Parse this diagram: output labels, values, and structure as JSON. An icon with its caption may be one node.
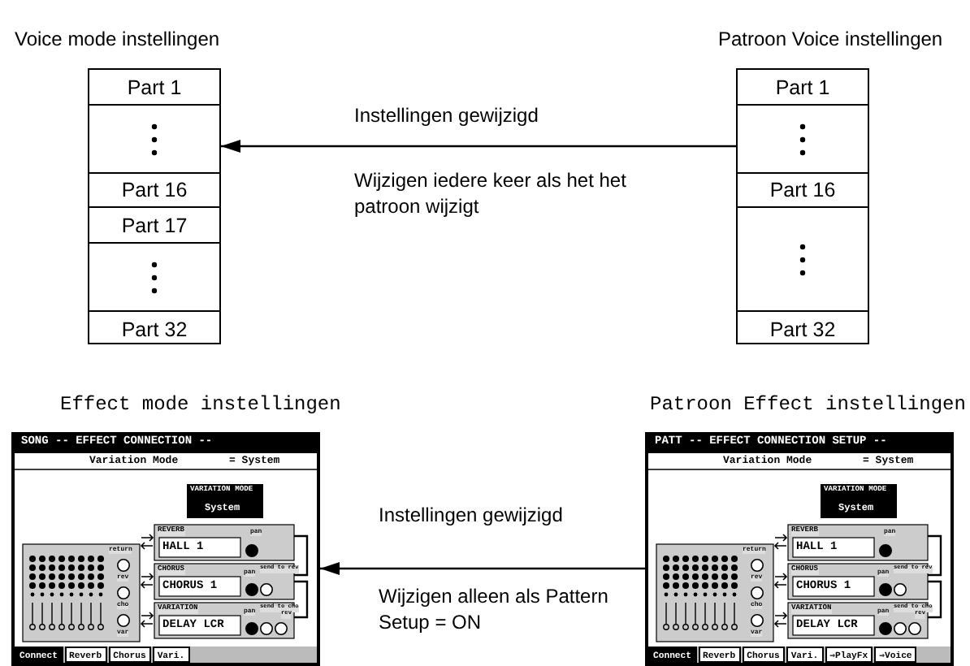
{
  "diagram": {
    "nodes": [
      {
        "text": [
          "Voice mode instellingen"
        ]
      },
      {
        "text": [
          "Part 1"
        ],
        "in": 0
      },
      {
        "text": [],
        "shape": "box",
        "in": 0
      },
      {
        "text": [
          "Part 16"
        ],
        "in": 0
      },
      {
        "text": [
          "Part 17"
        ],
        "in": 0
      },
      {
        "text": [],
        "shape": "box",
        "in": 0
      },
      {
        "text": [
          "Part 32"
        ],
        "in": 0
      },
      {
        "text": [
          "Patroon Voice instellingen"
        ]
      },
      {
        "text": [
          "Part 1"
        ],
        "in": 7
      },
      {
        "text": [],
        "shape": "box",
        "in": 7
      },
      {
        "text": [
          "Part 16"
        ],
        "in": 7
      },
      {
        "text": [],
        "shape": "box",
        "in": 7
      },
      {
        "text": [
          "Part 32"
        ],
        "in": 7
      },
      {
        "text": [
          "Effect mode instellingen",
          "SONG -- EFFECT CONNECTION --",
          "Variation Mode",
          "= System",
          "VARIATION MODE",
          "System",
          "REVERB",
          "HALL 1",
          "pan",
          "CHORUS",
          "CHORUS 1",
          "pan",
          "send to rev",
          "VARIATION",
          "DELAY LCR",
          "pan",
          "send to cho",
          "rev",
          "return",
          "rev",
          "cho",
          "var",
          "Connect",
          "Reverb",
          "Chorus",
          "Vari."
        ]
      },
      {
        "text": [
          "Patroon Effect instellingen",
          "PATT -- EFFECT CONNECTION SETUP --",
          "Variation Mode",
          "= System",
          "VARIATION MODE",
          "System",
          "REVERB",
          "HALL 1",
          "pan",
          "CHORUS",
          "CHORUS 1",
          "pan",
          "send to rev",
          "VARIATION",
          "DELAY LCR",
          "pan",
          "send to cho",
          "rev",
          "return",
          "rev",
          "cho",
          "var",
          "Connect",
          "Reverb",
          "Chorus",
          "Vari.",
          "⇒PlayFx",
          "⇒Voice"
        ]
      }
    ],
    "edges": [
      {
        "from": 7,
        "to": 0,
        "arrow": "to",
        "label": "Instellingen gewijzigd"
      },
      {
        "from": 14,
        "to": 13,
        "arrow": "to",
        "label": "Instellingen gewijzigd"
      }
    ],
    "labels": [
      "Wijzigen iedere keer als het het patroon wijzigt",
      "Wijzigen alleen als Pattern Setup = ON"
    ]
  }
}
